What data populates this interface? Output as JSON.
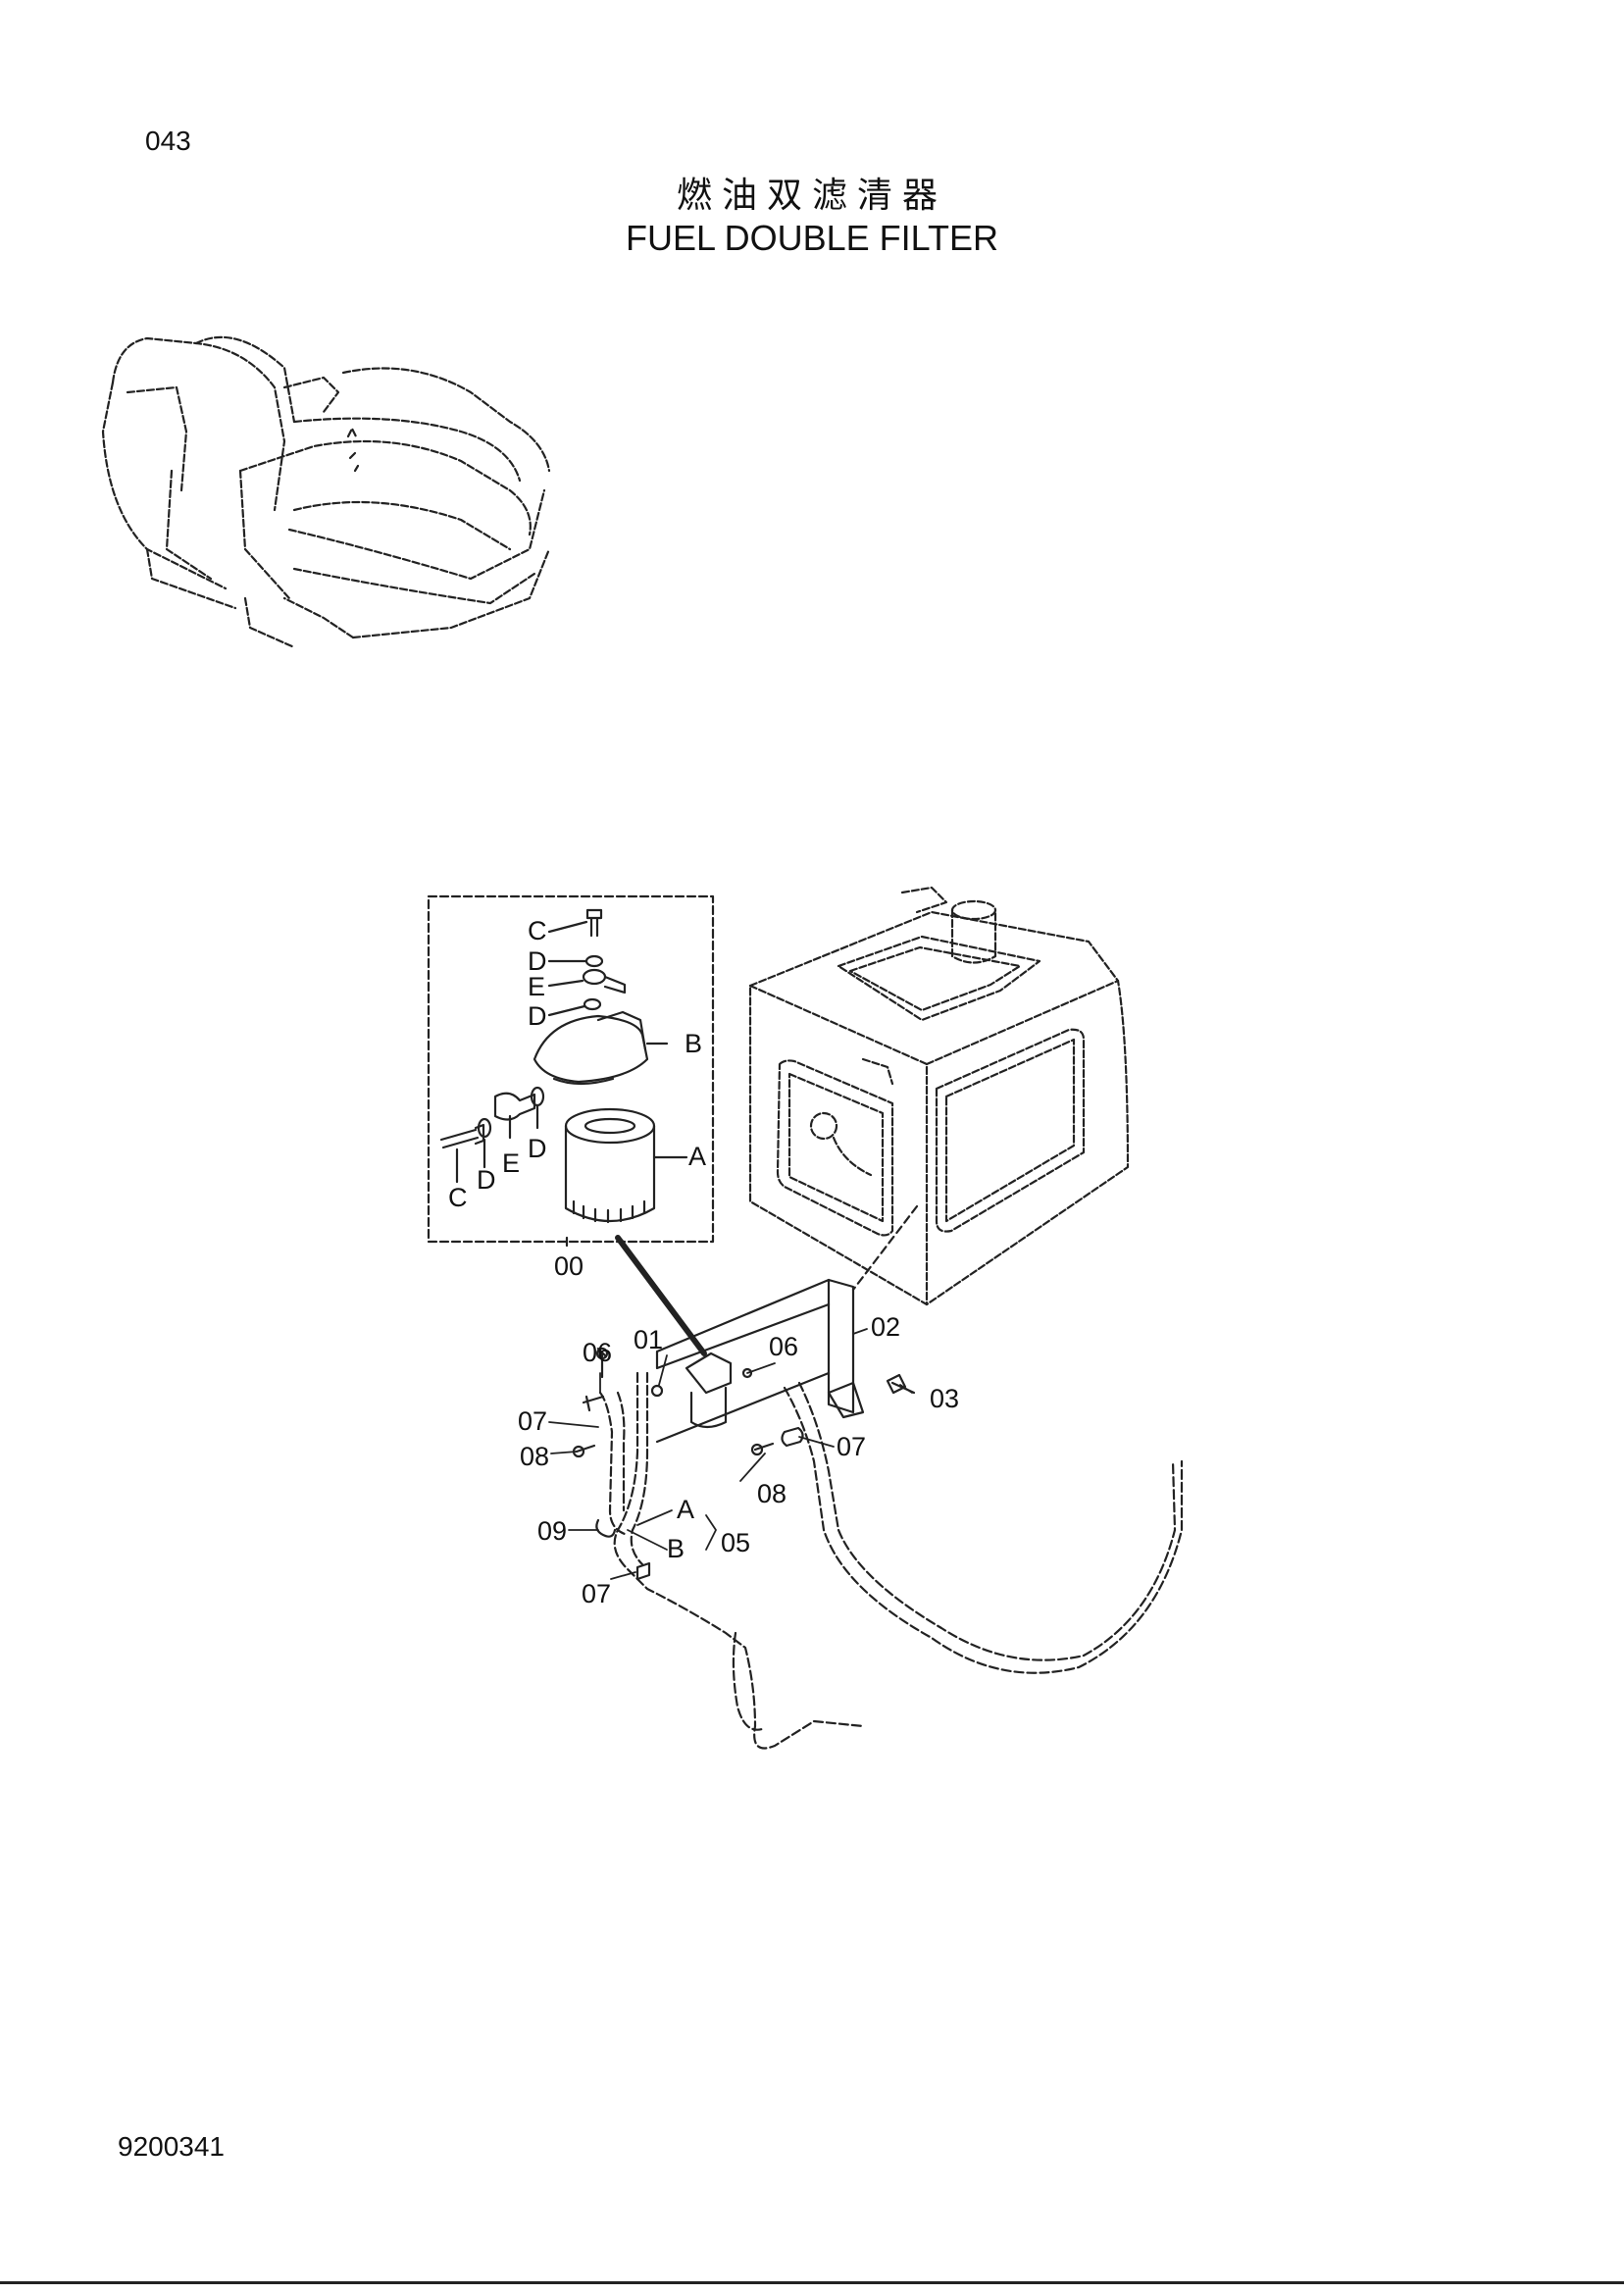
{
  "header": {
    "page_number": "043",
    "title_cn": "燃油双滤清器",
    "title_en": "FUEL DOUBLE FILTER"
  },
  "footer": {
    "drawing_code": "9200341"
  },
  "callouts": {
    "c_top": "C",
    "d_top": "D",
    "e_top": "E",
    "d_mid": "D",
    "b_head": "B",
    "a_filter": "A",
    "c_low": "C",
    "d_low": "D",
    "e_low": "E",
    "d_low2": "D",
    "assy": "00",
    "p01": "01",
    "p02": "02",
    "p03": "03",
    "p06a": "06",
    "p06b": "06",
    "p07a": "07",
    "p07b": "07",
    "p07c": "07",
    "p08a": "08",
    "p08b": "08",
    "p09": "09",
    "hose_a": "A",
    "hose_b": "B",
    "p05": "05"
  }
}
